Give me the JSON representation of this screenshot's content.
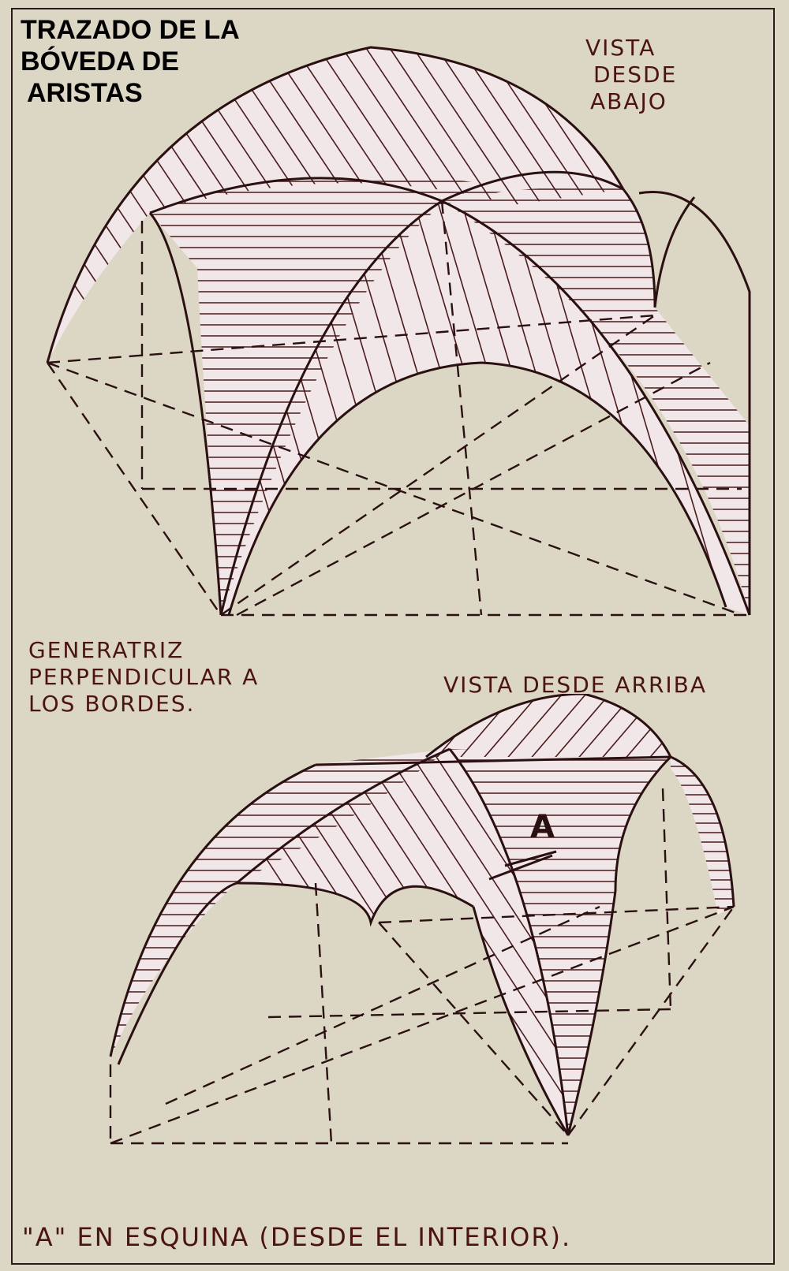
{
  "title": {
    "line1": "TRAZADO DE LA",
    "line2": "BÓVEDA DE",
    "line3": "ARISTAS"
  },
  "labels": {
    "vista_desde_abajo": [
      "VISTA",
      "DESDE",
      "ABAJO"
    ],
    "generatriz": [
      "GENERATRIZ",
      "PERPENDICULAR A",
      "LOS BORDES."
    ],
    "vista_desde_arriba": "VISTA DESDE ARRIBA",
    "marker_a": "A",
    "caption": "\"A\" EN ESQUINA (DESDE EL INTERIOR)."
  },
  "colors": {
    "paper": "#dcd6c4",
    "ink": "#2a1010",
    "panel": "#f1e6e8"
  }
}
